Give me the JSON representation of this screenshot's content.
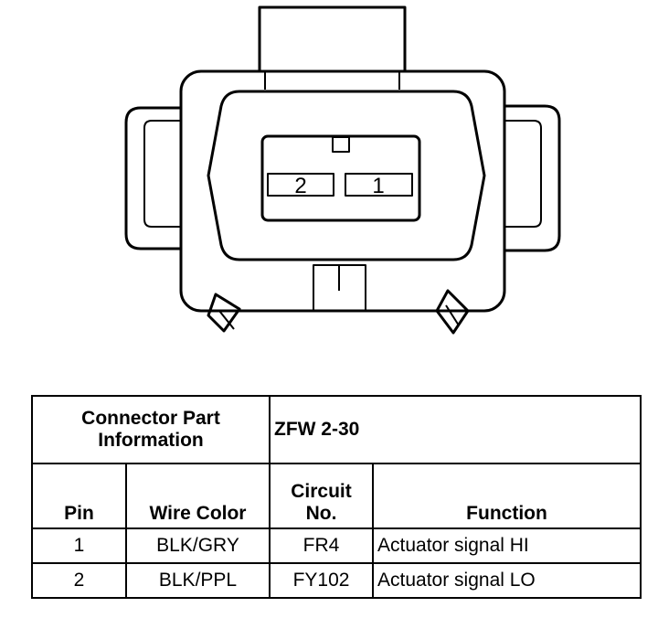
{
  "connector": {
    "pins": [
      {
        "number": "2"
      },
      {
        "number": "1"
      }
    ]
  },
  "table": {
    "part_info_label_line1": "Connector Part",
    "part_info_label_line2": "Information",
    "part_info_value": "ZFW 2-30",
    "headers": {
      "pin": "Pin",
      "wire_color": "Wire Color",
      "circuit_line1": "Circuit",
      "circuit_line2": "No.",
      "function": "Function"
    },
    "rows": [
      {
        "pin": "1",
        "wire_color": "BLK/GRY",
        "circuit": "FR4",
        "function": "Actuator signal HI"
      },
      {
        "pin": "2",
        "wire_color": "BLK/PPL",
        "circuit": "FY102",
        "function": "Actuator signal LO"
      }
    ]
  }
}
